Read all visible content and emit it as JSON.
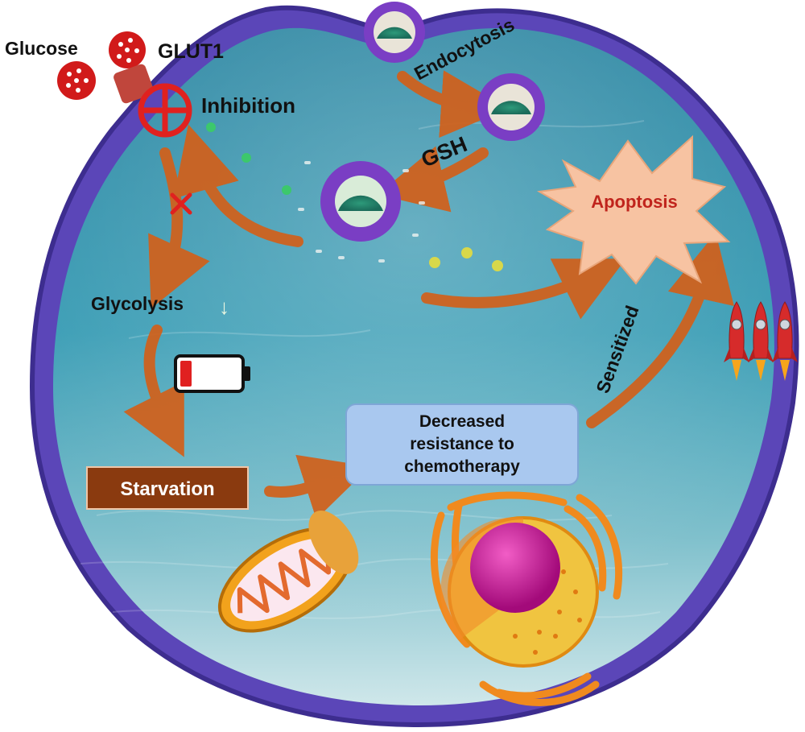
{
  "labels": {
    "glucose": "Glucose",
    "glut1": "GLUT1",
    "inhibition": "Inhibition",
    "endocytosis": "Endocytosis",
    "gsh": "GSH",
    "apoptosis": "Apoptosis",
    "glycolysis": "Glycolysis",
    "glycolysis_arrow": "↓",
    "starvation": "Starvation",
    "decreased_resistance": [
      "Decreased",
      "resistance to",
      "chemotherapy"
    ],
    "sensitized": "Sensitized"
  },
  "colors": {
    "membrane": "#6e57c9",
    "membrane_edge": "#4b3a9c",
    "cytoplasm_top": "#2f8fa8",
    "cytoplasm_bottom": "#b9dde3",
    "arrow": "#d2601a",
    "inhibition": "#e0211f",
    "starvation_box": "#8a3a0f",
    "resistance_box": "#a9c8ef",
    "apoptosis_burst": "#f7c3a2",
    "apoptosis_text": "#c0241c",
    "nucleus": "#d0129a",
    "organelle": "#f08a1e",
    "battery_level": "#e02020"
  },
  "icons": [
    "glucose-icon",
    "glut1-transporter-icon",
    "nanoparticle-icon",
    "battery-low-icon",
    "mitochondrion-icon",
    "nucleus-icon",
    "rocket-icon"
  ]
}
